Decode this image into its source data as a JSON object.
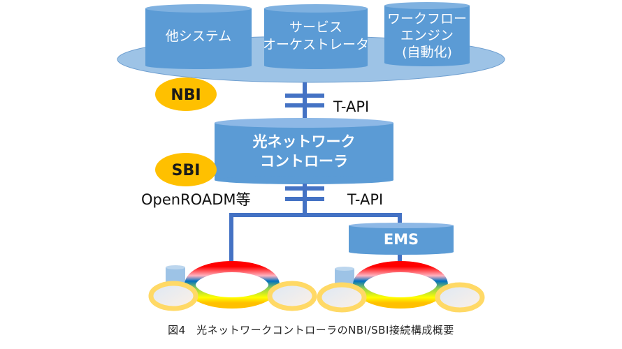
{
  "diagram": {
    "upper_layer": {
      "systems": [
        {
          "lines": [
            "他システム"
          ]
        },
        {
          "lines": [
            "サービス",
            "オーケストレータ"
          ]
        },
        {
          "lines": [
            "ワークフロー",
            "エンジン",
            "(自動化)"
          ]
        }
      ]
    },
    "nbi_badge": "NBI",
    "sbi_badge": "SBI",
    "nbi_protocol": "T-API",
    "controller": {
      "lines": [
        "光ネットワーク",
        "コントローラ"
      ]
    },
    "sbi_protocol_left": "OpenROADM等",
    "sbi_protocol_right": "T-API",
    "ems": "EMS",
    "colors": {
      "cylinder": "#5b9bd5",
      "cylinder_top": "#9dc3e6",
      "platform": "#9dc3e6",
      "connector": "#4472c4",
      "badge": "#ffc000",
      "node_ring": "#ffd966"
    }
  },
  "caption": "図4　光ネットワークコントローラのNBI/SBI接続構成概要"
}
